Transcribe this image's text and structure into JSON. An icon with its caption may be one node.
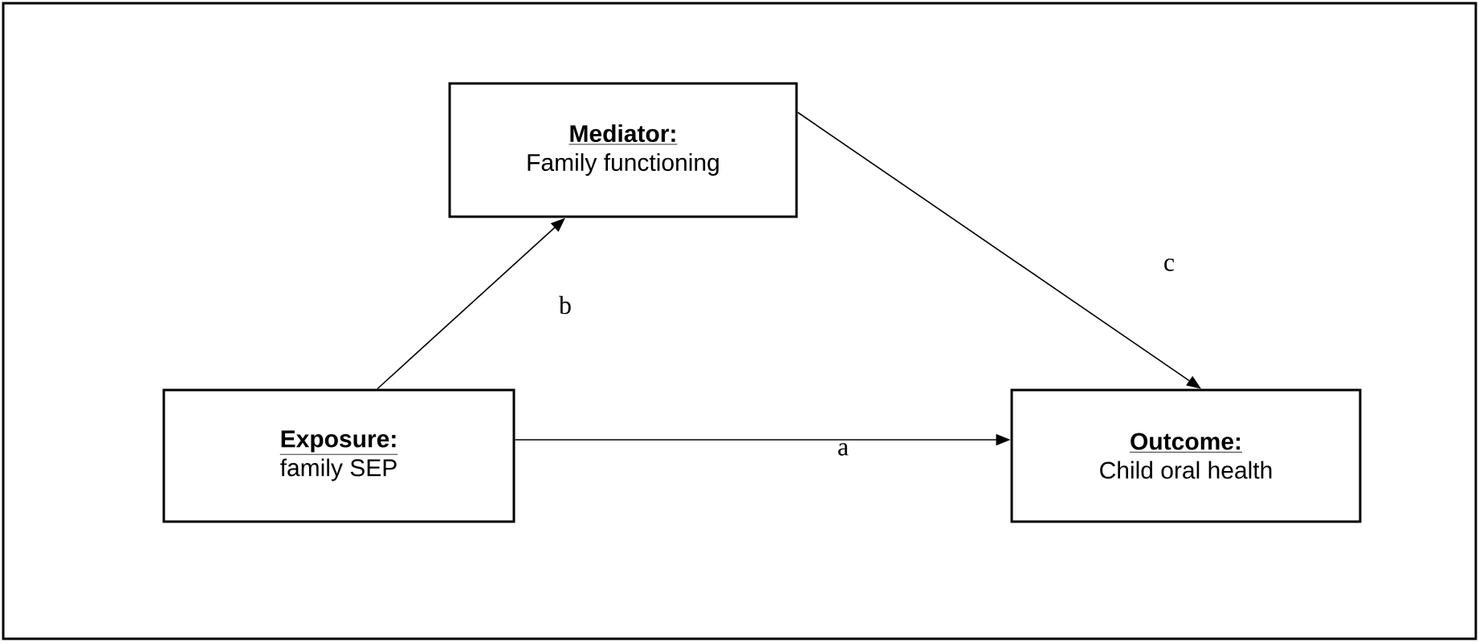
{
  "diagram": {
    "nodes": [
      {
        "text": [
          "Exposure:",
          "family SEP"
        ]
      },
      {
        "text": [
          "Mediator:",
          "Family functioning"
        ]
      },
      {
        "text": [
          "Outcome:",
          "Child oral health"
        ]
      }
    ],
    "edges": [
      {
        "from": 0,
        "to": 1,
        "arrow": "to",
        "label": "b"
      },
      {
        "from": 1,
        "to": 2,
        "arrow": "to",
        "label": "c"
      },
      {
        "from": 0,
        "to": 2,
        "arrow": "to",
        "label": "a"
      }
    ]
  }
}
